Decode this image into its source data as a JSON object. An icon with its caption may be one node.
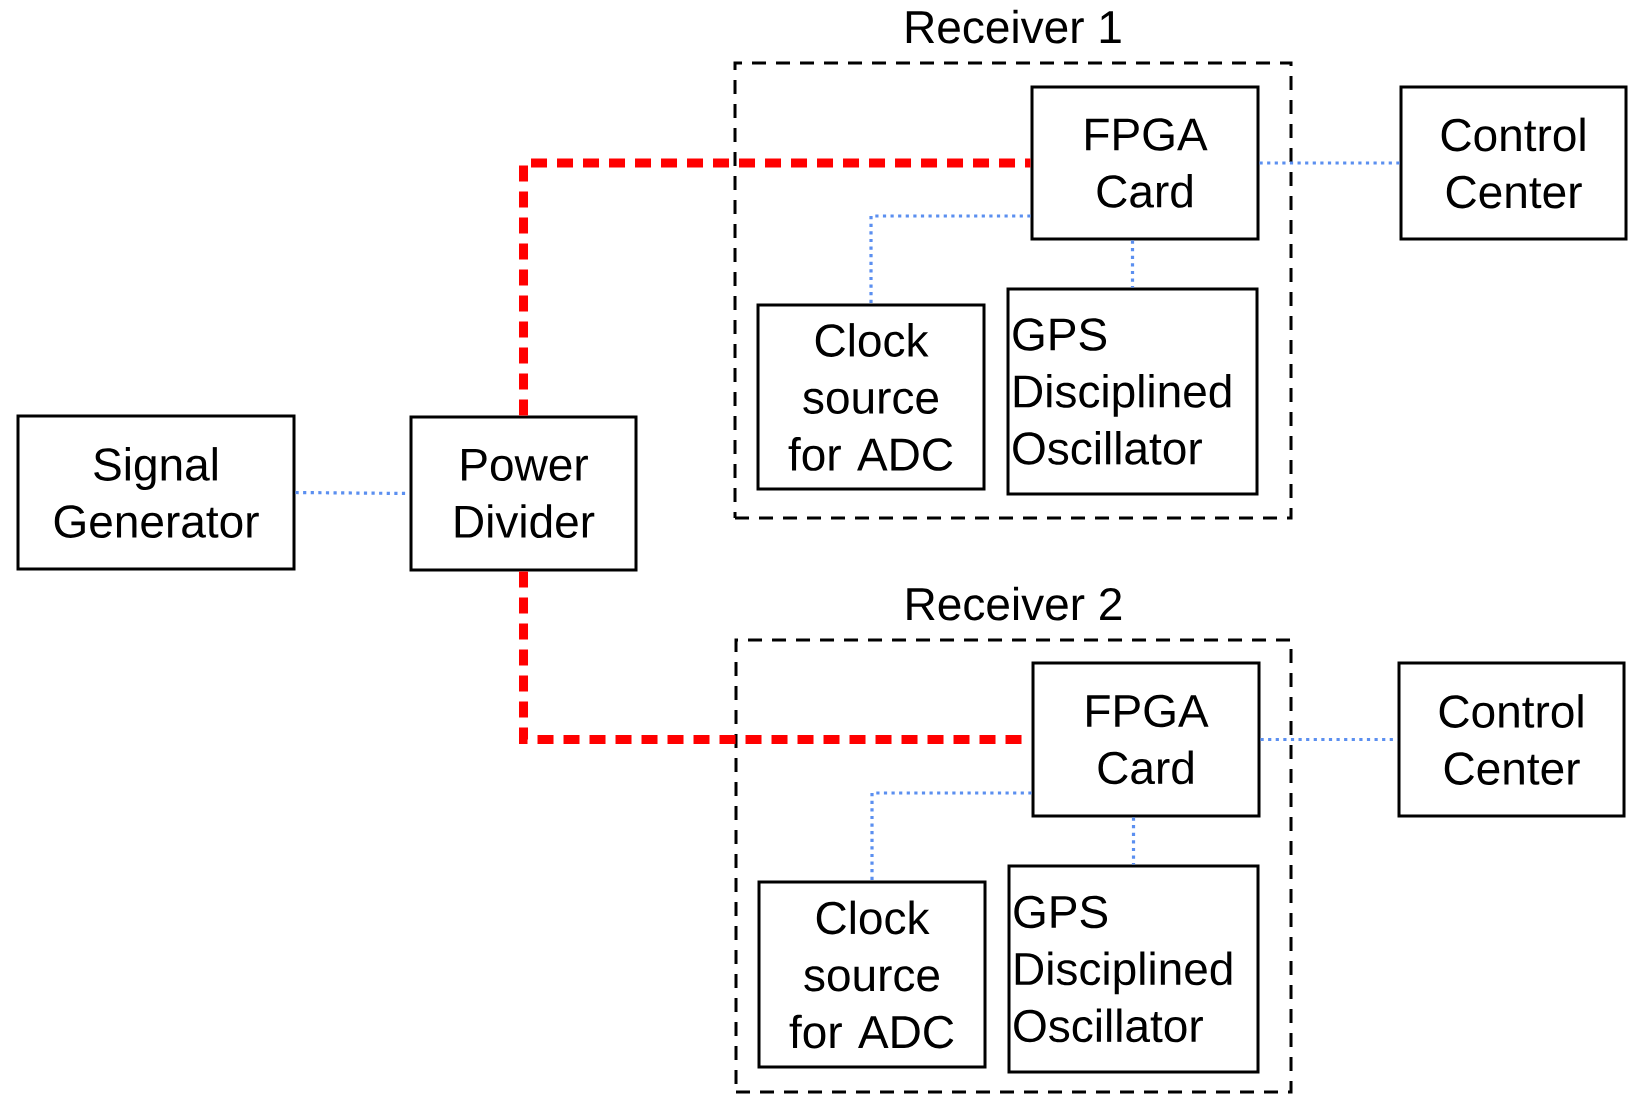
{
  "diagram": {
    "nodes": [
      {
        "text": [
          "Signal Generator"
        ]
      },
      {
        "text": [
          "Power Divider"
        ]
      },
      {
        "text": [
          "Receiver 1"
        ]
      },
      {
        "text": [
          "FPGA Card"
        ],
        "in": 2
      },
      {
        "text": [
          "Clock source for ADC"
        ],
        "in": 2
      },
      {
        "text": [
          "GPS Disciplined Oscillator"
        ],
        "in": 2
      },
      {
        "text": [
          "Control Center"
        ]
      },
      {
        "text": [
          "Receiver 2"
        ]
      },
      {
        "text": [
          "FPGA Card"
        ],
        "in": 7
      },
      {
        "text": [
          "Clock source for ADC"
        ],
        "in": 7
      },
      {
        "text": [
          "GPS Disciplined Oscillator"
        ],
        "in": 7
      },
      {
        "text": [
          "Control Center"
        ]
      }
    ],
    "edges": [
      {
        "from": 0,
        "to": 1,
        "arrow": "none"
      },
      {
        "from": 1,
        "to": 3,
        "arrow": "none",
        "style": "dashed",
        "color": "#ff0000"
      },
      {
        "from": 1,
        "to": 8,
        "arrow": "none",
        "style": "dashed",
        "color": "#ff0000"
      },
      {
        "from": 3,
        "to": 6,
        "arrow": "none"
      },
      {
        "from": 3,
        "to": 4,
        "arrow": "none"
      },
      {
        "from": 3,
        "to": 5,
        "arrow": "none"
      },
      {
        "from": 8,
        "to": 11,
        "arrow": "none"
      },
      {
        "from": 8,
        "to": 9,
        "arrow": "none"
      },
      {
        "from": 8,
        "to": 10,
        "arrow": "none"
      }
    ]
  }
}
